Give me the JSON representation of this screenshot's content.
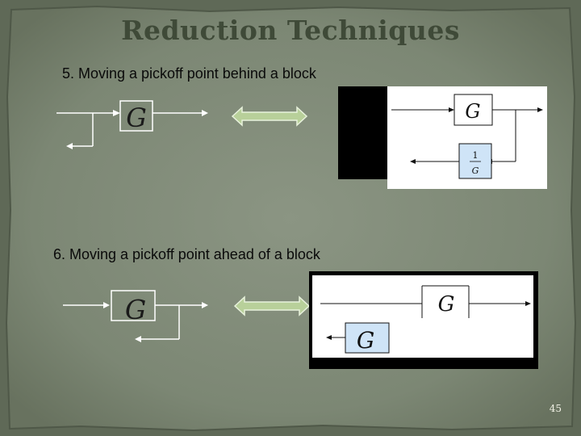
{
  "slide": {
    "title": "Reduction Techniques",
    "page_number": "45"
  },
  "sections": [
    {
      "heading": "5. Moving a pickoff point behind a block",
      "left_block": "G",
      "right_block_main": "G",
      "right_block_feedback_num": "1",
      "right_block_feedback_den": "G"
    },
    {
      "heading": "6. Moving a pickoff point ahead of a block",
      "left_block": "G",
      "right_block_main": "G",
      "right_block_feedback": "G"
    }
  ],
  "colors": {
    "background": "#7d8875",
    "title": "#3f4a38",
    "double_arrow_fill": "#b8d09a",
    "block_fill_blue": "#cfe4f7"
  }
}
